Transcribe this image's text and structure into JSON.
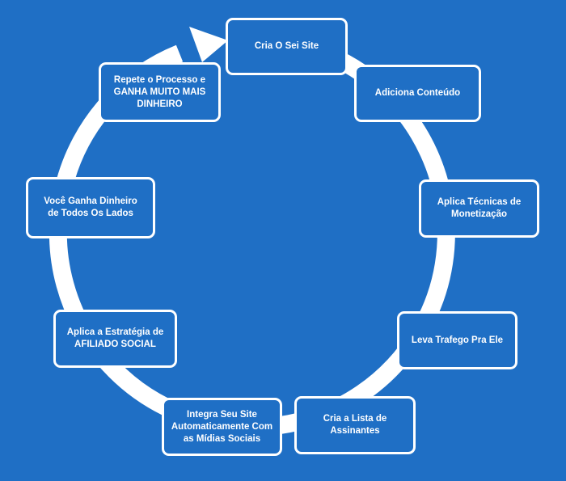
{
  "colors": {
    "background": "#1f6fc5",
    "ring": "#ffffff",
    "box_border": "#ffffff",
    "text": "#ffffff"
  },
  "steps": [
    {
      "label": "Cria O Sei Site"
    },
    {
      "label": "Adiciona Conteúdo"
    },
    {
      "label": "Aplica Técnicas de\nMonetização"
    },
    {
      "label": "Leva Trafego Pra Ele"
    },
    {
      "label": "Cria a Lista de\nAssinantes"
    },
    {
      "label": "Integra Seu Site\nAutomaticamente Com\nas Mídias Sociais"
    },
    {
      "label": "Aplica a Estratégia de\nAFILIADO SOCIAL"
    },
    {
      "label": "Você Ganha Dinheiro\nde Todos Os Lados"
    },
    {
      "label": "Repete o Processo e\nGANHA MUITO MAIS\nDINHEIRO"
    }
  ]
}
